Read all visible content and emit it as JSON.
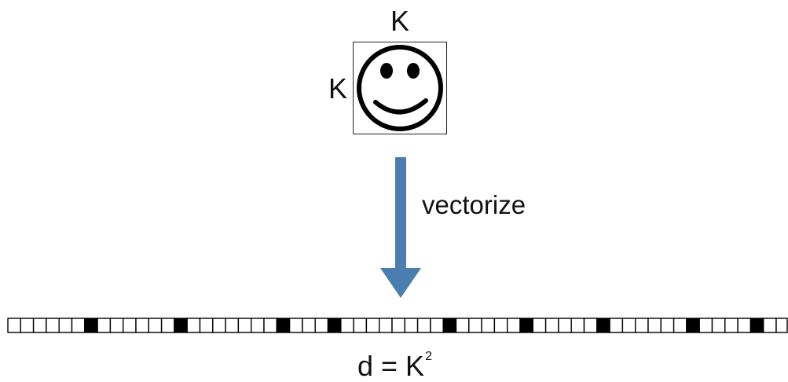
{
  "diagram": {
    "image_side_label_top": "K",
    "image_side_label_left": "K",
    "arrow_label": "vectorize",
    "formula": {
      "base": "d = K",
      "exponent": "2"
    },
    "vector": {
      "cell_count": 62,
      "filled_cells": [
        6,
        13,
        21,
        25,
        34,
        40,
        46,
        53,
        58
      ],
      "filled_color": "#000000",
      "empty_color": "#ffffff"
    },
    "colors": {
      "arrow": "#4a7db0",
      "ink": "#111111"
    },
    "icons": {
      "image": "smiley-face-icon",
      "arrow": "down-arrow-icon"
    }
  }
}
